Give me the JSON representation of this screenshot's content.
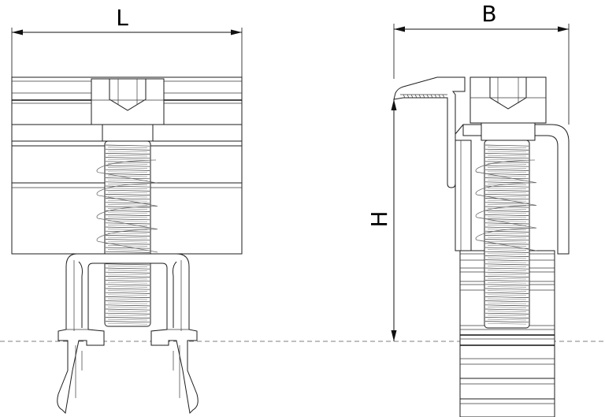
{
  "labels": {
    "length": "L",
    "width": "B",
    "height": "H"
  },
  "colors": {
    "line": "#1e1e1e",
    "centerline": "#555555",
    "background": "#ffffff"
  }
}
